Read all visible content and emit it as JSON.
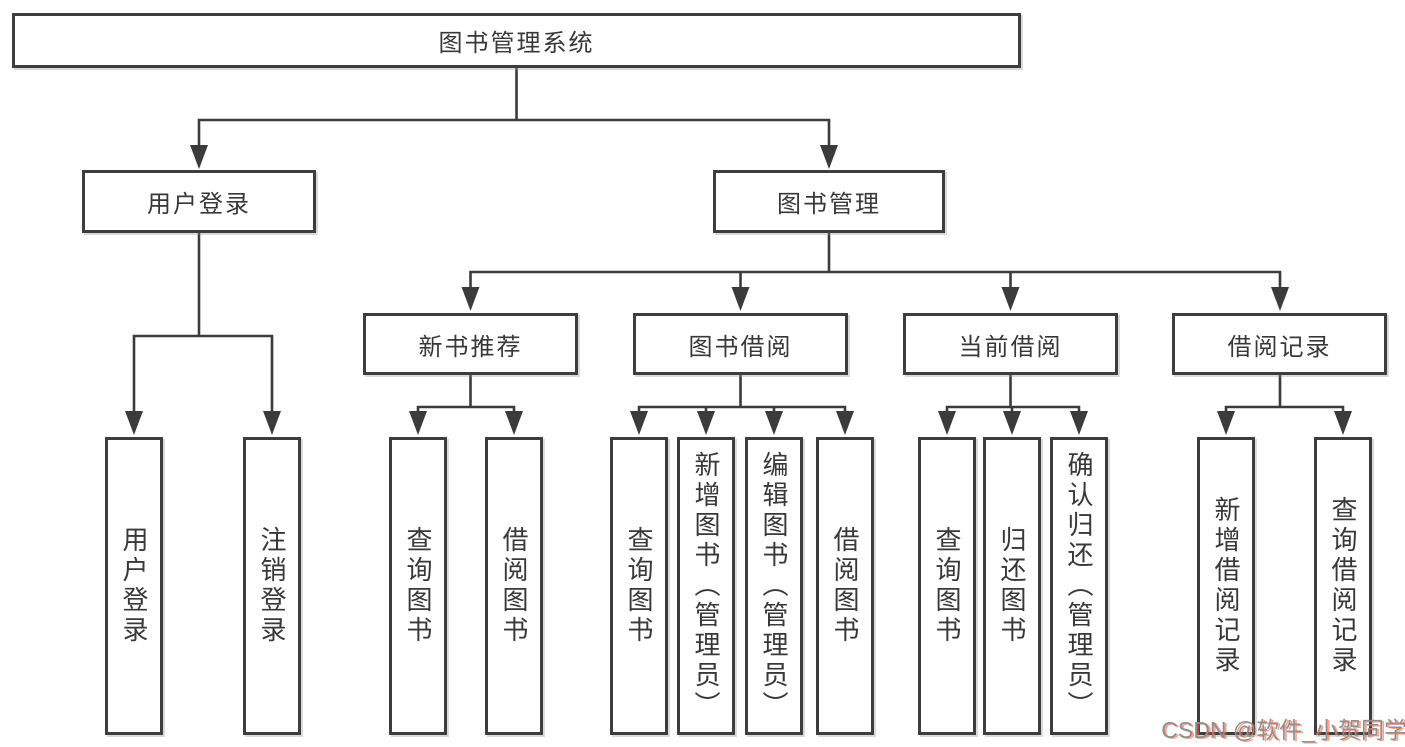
{
  "title": "图书管理系统",
  "watermark": "CSDN @软件_小贺同学",
  "colors": {
    "line": "#3b3b3b",
    "text": "#383838",
    "box_border": "#3d3d3d",
    "watermark": "#8f8f8f",
    "watermark_shadow": "rgba(252,85,49,0.55)"
  },
  "nodes": {
    "root": "图书管理系统",
    "level2": {
      "user_login": "用户登录",
      "book_mgmt": "图书管理"
    },
    "level3": {
      "new_books": "新书推荐",
      "book_borrow": "图书借阅",
      "current_borrow": "当前借阅",
      "borrow_records": "借阅记录"
    },
    "leaves": {
      "user_login": [
        "用户登录",
        "注销登录"
      ],
      "new_books": [
        "查询图书",
        "借阅图书"
      ],
      "book_borrow": [
        "查询图书",
        "新增图书（管理员）",
        "编辑图书（管理员）",
        "借阅图书"
      ],
      "current_borrow": [
        "查询图书",
        "归还图书",
        "确认归还（管理员）"
      ],
      "borrow_records": [
        "新增借阅记录",
        "查询借阅记录"
      ]
    }
  }
}
